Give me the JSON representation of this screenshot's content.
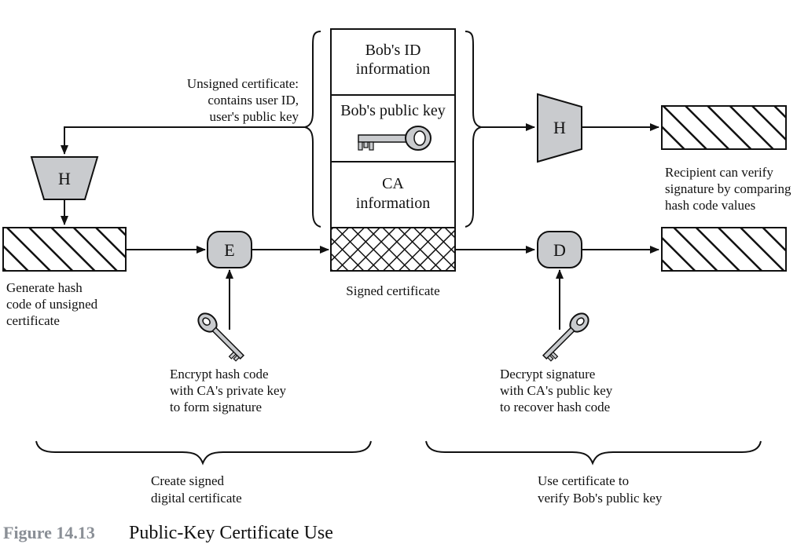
{
  "certificate": {
    "id_line1": "Bob's ID",
    "id_line2": "information",
    "pubkey_label": "Bob's public key",
    "ca_line1": "CA",
    "ca_line2": "information",
    "signed_label": "Signed certificate"
  },
  "unsigned_note": {
    "line1": "Unsigned certificate:",
    "line2": "contains user ID,",
    "line3": "user's public key"
  },
  "blocks": {
    "hash_left": "H",
    "hash_right": "H",
    "encrypt": "E",
    "decrypt": "D"
  },
  "notes": {
    "generate": [
      "Generate hash",
      "code of unsigned",
      "certificate"
    ],
    "encrypt": [
      "Encrypt hash code",
      "with CA's private key",
      "to form signature"
    ],
    "decrypt": [
      "Decrypt signature",
      "with CA's public key",
      "to recover hash code"
    ],
    "recipient": [
      "Recipient can verify",
      "signature by comparing",
      "hash code values"
    ]
  },
  "groups": {
    "create": [
      "Create signed",
      "digital certificate"
    ],
    "verify": [
      "Use certificate to",
      "verify Bob's public key"
    ]
  },
  "caption": {
    "figure": "Figure 14.13",
    "title": "Public-Key Certificate Use"
  },
  "colors": {
    "block_fill": "#c9cbce",
    "key_fill": "#c9cbce",
    "caption_figure": "#8a8f96"
  }
}
